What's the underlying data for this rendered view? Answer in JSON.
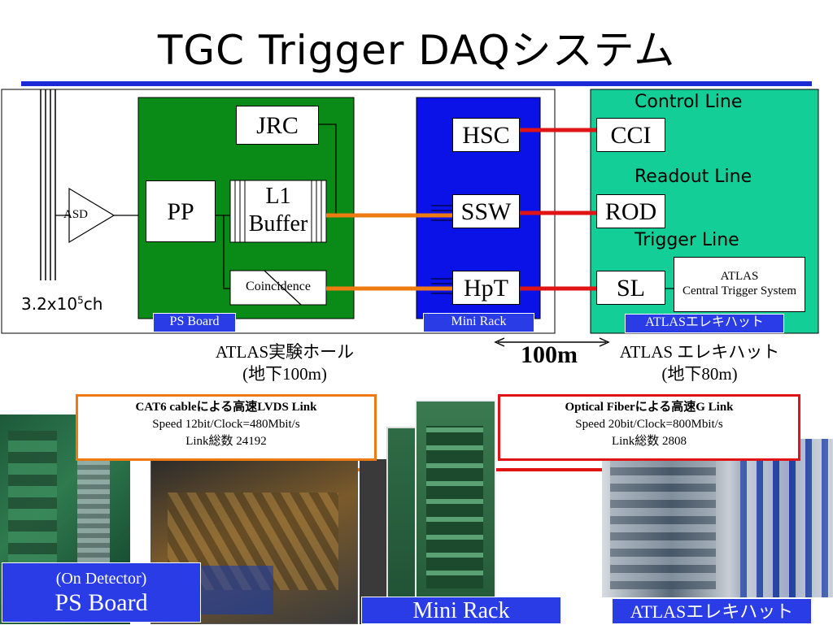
{
  "title": "TGC Trigger DAQシステム",
  "diagram": {
    "asd_label": "ASD",
    "channels_base": "3.2x10",
    "channels_exp": "5",
    "channels_unit": "ch",
    "jrc_label": "JRC",
    "pp_label": "PP",
    "l1_buffer_line1": "L1",
    "l1_buffer_line2": "Buffer",
    "coincidence_label": "Coincidence",
    "ps_board_tag": "PS Board",
    "hsc_label": "HSC",
    "ssw_label": "SSW",
    "hpt_label": "HpT",
    "mini_rack_tag": "Mini Rack",
    "cci_label": "CCI",
    "rod_label": "ROD",
    "sl_label": "SL",
    "control_line_label": "Control  Line",
    "readout_line_label": "Readout Line",
    "trigger_line_label": "Trigger  Line",
    "atlas_cts_line1": "ATLAS",
    "atlas_cts_line2": "Central Trigger System",
    "elec_hut_tag": "ATLASエレキハット",
    "hall_label_line1": "ATLAS実験ホール",
    "hall_label_line2": "(地下100m)",
    "distance_label": "100m",
    "hut_label_line1": "ATLAS エレキハット",
    "hut_label_line2": "(地下80m)",
    "colors": {
      "ps_board_green": "#0a8a16",
      "mini_rack_blue": "#0a12e8",
      "hut_teal": "#13cf97",
      "orange_link": "#ee7a12",
      "red_link": "#e01414"
    }
  },
  "links": {
    "lvds_title": "CAT6 cableによる高速LVDS Link",
    "lvds_speed": "Speed 12bit/Clock=480Mbit/s",
    "lvds_count": "Link総数 24192",
    "optical_title": "Optical Fiberによる高速G Link",
    "optical_speed": "Speed 20bit/Clock=800Mbit/s",
    "optical_count": "Link総数 2808"
  },
  "photo_captions": {
    "ps_board_line1": "(On Detector)",
    "ps_board_line2": "PS Board",
    "mini_rack": "Mini Rack",
    "elec_hut": "ATLASエレキハット"
  }
}
